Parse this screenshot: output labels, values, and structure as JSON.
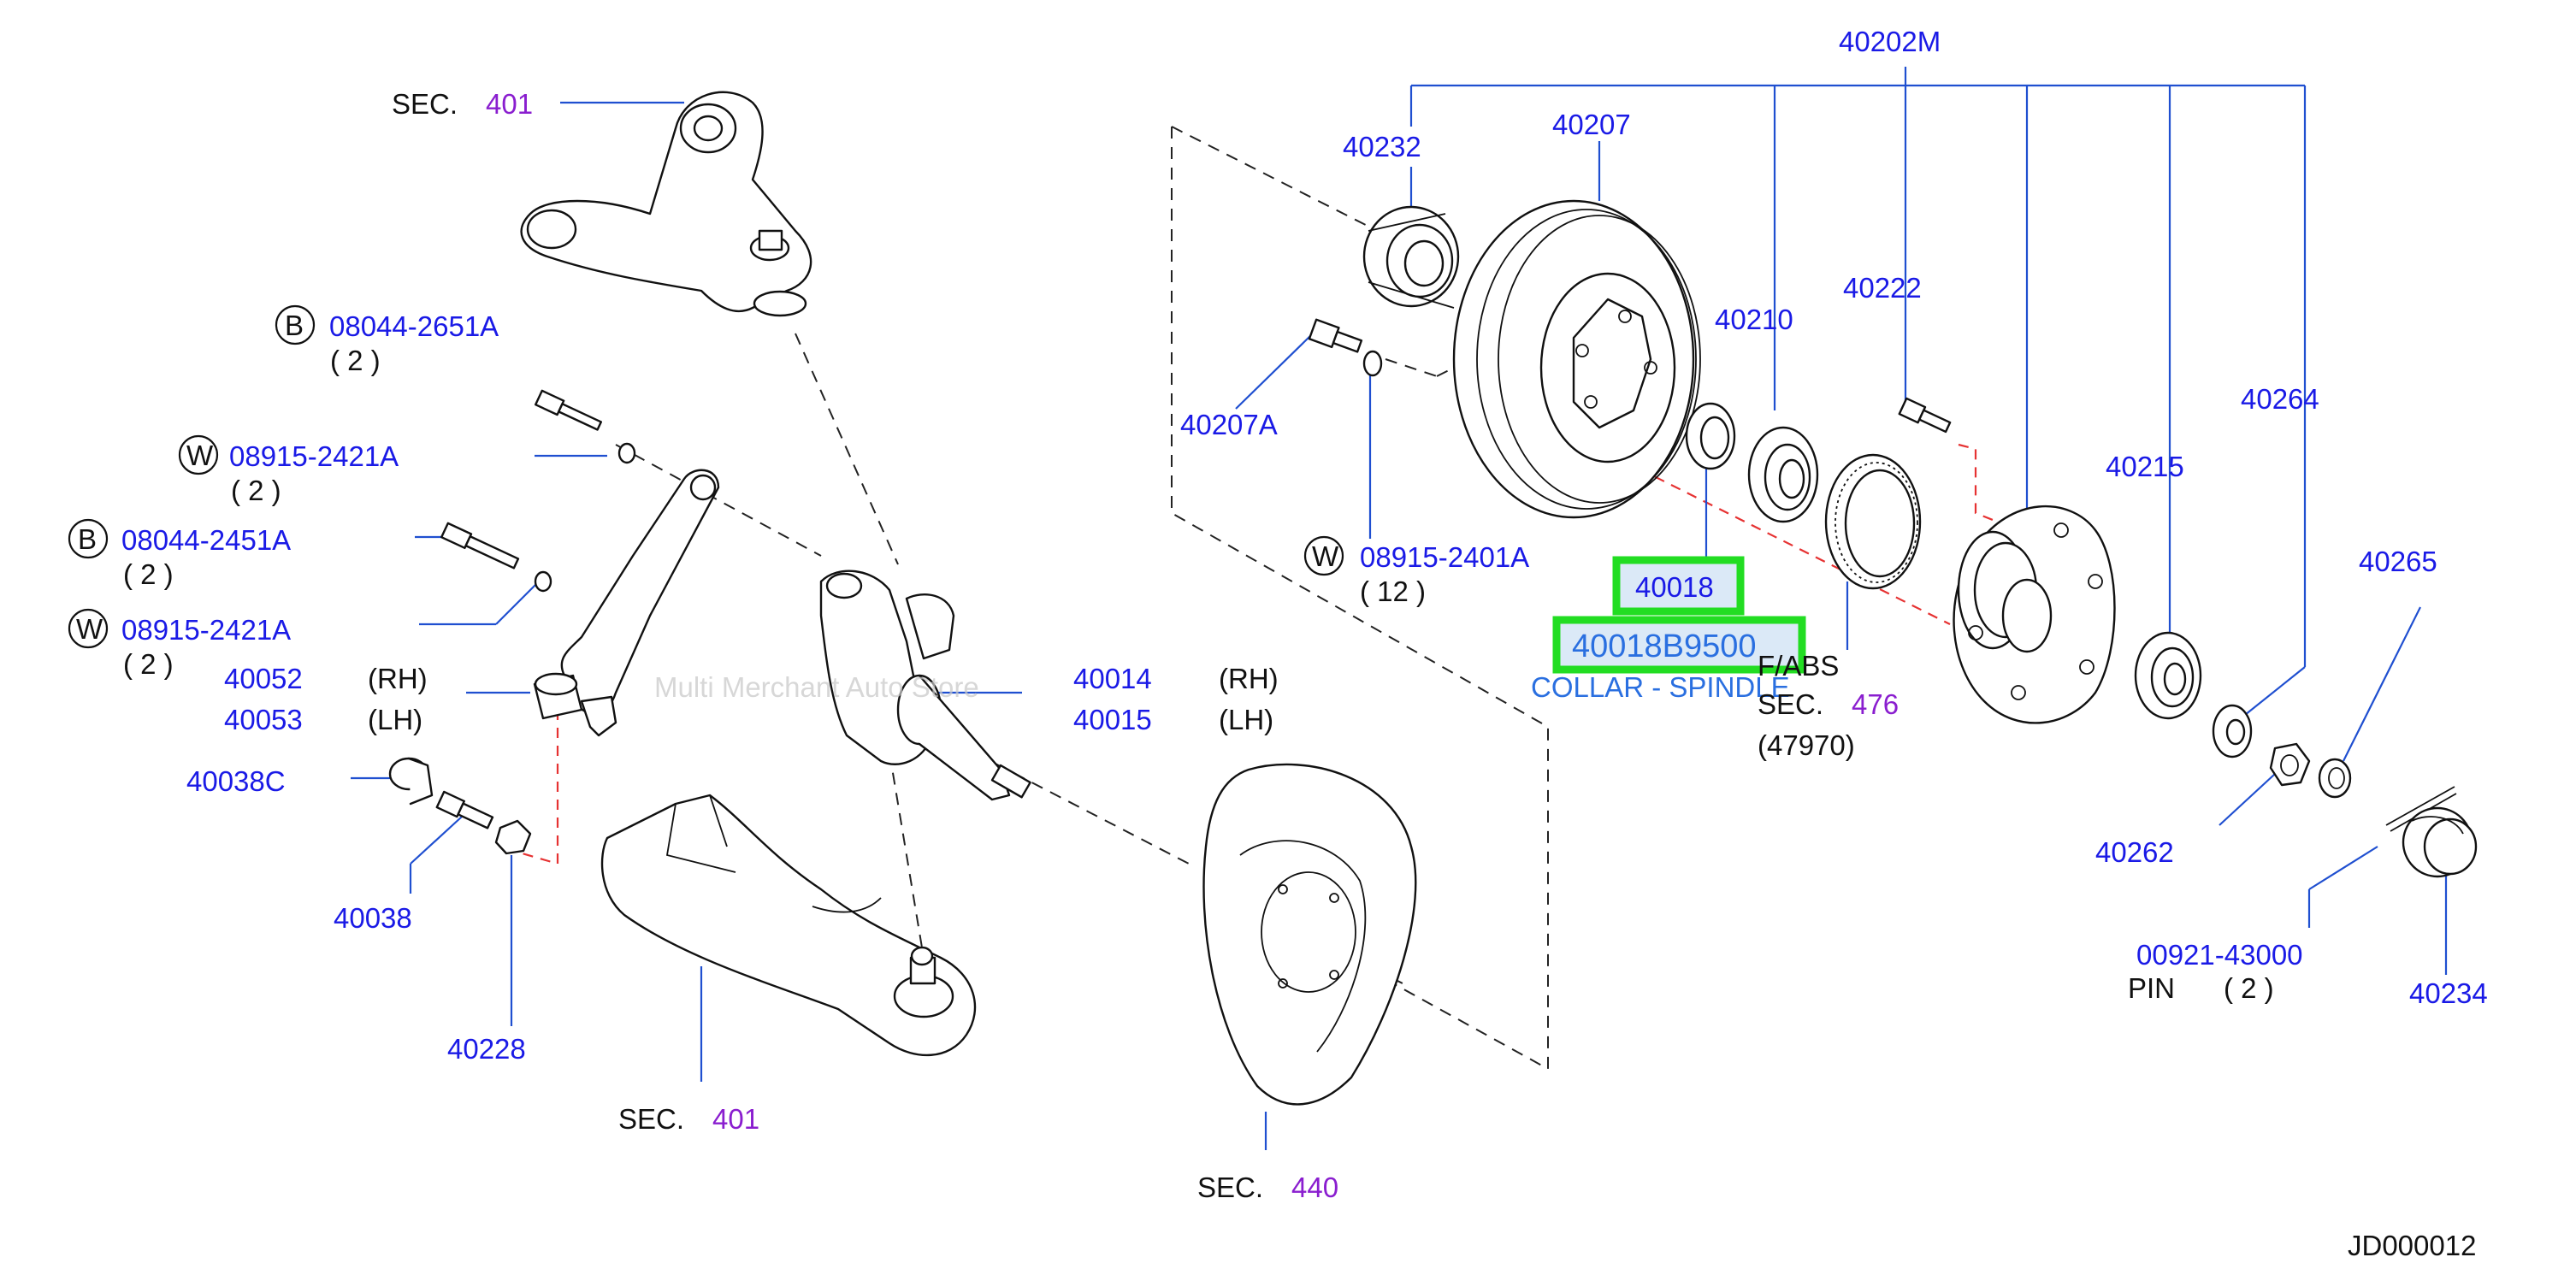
{
  "diagram": {
    "code": "JD000012",
    "watermark": "Multi Merchant Auto Store",
    "sec_prefix": "SEC.",
    "sections": {
      "upper_arm": "401",
      "lower_arm": "401",
      "backplate": "440",
      "abs": "476"
    },
    "abs_label": "F/ABS",
    "abs_ref": "(47970)",
    "pin_label": "PIN",
    "highlight": {
      "part": "40018",
      "part_number": "40018B9500",
      "description": "COLLAR - SPINDLE"
    },
    "assembly": "40202M",
    "parts": [
      {
        "id": "40232"
      },
      {
        "id": "40207"
      },
      {
        "id": "40210"
      },
      {
        "id": "40222"
      },
      {
        "id": "40264"
      },
      {
        "id": "40207A"
      },
      {
        "id": "40215"
      },
      {
        "id": "40265"
      },
      {
        "id": "40014"
      },
      {
        "id": "40015"
      },
      {
        "id": "40052"
      },
      {
        "id": "40053"
      },
      {
        "id": "40038C"
      },
      {
        "id": "40038"
      },
      {
        "id": "40228"
      },
      {
        "id": "40262"
      },
      {
        "id": "00921-43000"
      },
      {
        "id": "40234"
      }
    ],
    "side_labels": {
      "rh": "(RH)",
      "lh": "(LH)"
    },
    "fasteners": [
      {
        "badge": "B",
        "number": "08044-2651A",
        "qty": "( 2 )"
      },
      {
        "badge": "W",
        "number": "08915-2421A",
        "qty": "( 2 )"
      },
      {
        "badge": "B",
        "number": "08044-2451A",
        "qty": "( 2 )"
      },
      {
        "badge": "W",
        "number": "08915-2421A",
        "qty": "( 2 )"
      },
      {
        "badge": "W",
        "number": "08915-2401A",
        "qty": "( 12 )"
      }
    ],
    "pin_qty": "( 2 )"
  }
}
